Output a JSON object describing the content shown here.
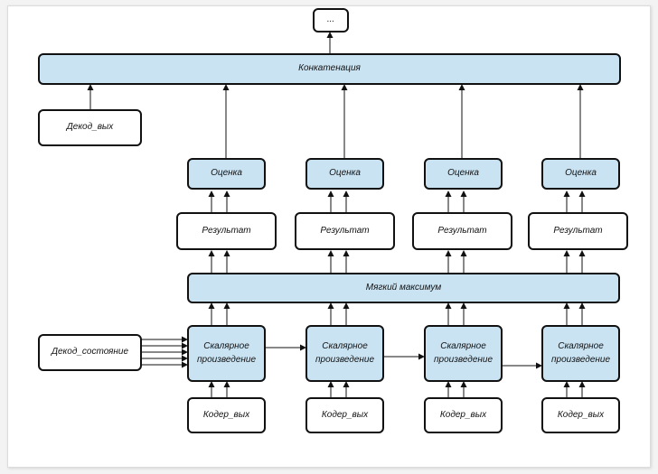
{
  "top": {
    "label": "..."
  },
  "concat": {
    "label": "Конкатенация"
  },
  "decoder_output": {
    "label": "Декод_вых"
  },
  "decoder_state": {
    "label": "Декод_состояние"
  },
  "softmax": {
    "label": "Мягкий максимум"
  },
  "columns": [
    {
      "score": "Оценка",
      "result": "Результат",
      "dot": "Скалярное произведение",
      "encoder": "Кодер_вых"
    },
    {
      "score": "Оценка",
      "result": "Результат",
      "dot": "Скалярное произведение",
      "encoder": "Кодер_вых"
    },
    {
      "score": "Оценка",
      "result": "Результат",
      "dot": "Скалярное произведение",
      "encoder": "Кодер_вых"
    },
    {
      "score": "Оценка",
      "result": "Результат",
      "dot": "Скалярное произведение",
      "encoder": "Кодер_вых"
    }
  ],
  "colors": {
    "node_fill": "#c9e3f3",
    "stroke": "#111111",
    "background": "#ffffff"
  }
}
